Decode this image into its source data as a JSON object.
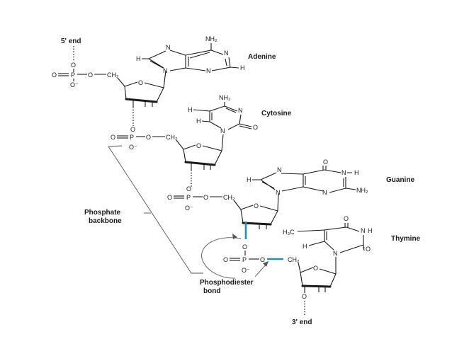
{
  "labels": {
    "five_prime": "5' end",
    "three_prime": "3' end",
    "phosphate_backbone": [
      "Phosphate",
      "backbone"
    ],
    "phosphodiester_bond": [
      "Phosphodiester",
      "bond"
    ]
  },
  "bases": [
    {
      "name": "Adenine"
    },
    {
      "name": "Cytosine"
    },
    {
      "name": "Guanine"
    },
    {
      "name": "Thymine"
    }
  ],
  "atoms": {
    "O": "O",
    "P": "P",
    "Ominus": "O⁻",
    "N": "N",
    "H": "H",
    "NH2": "NH₂",
    "CH2": "CH₂",
    "H3C": "H₃C"
  },
  "colors": {
    "highlight": "#1e96a8",
    "ink": "#1a1a1a"
  }
}
